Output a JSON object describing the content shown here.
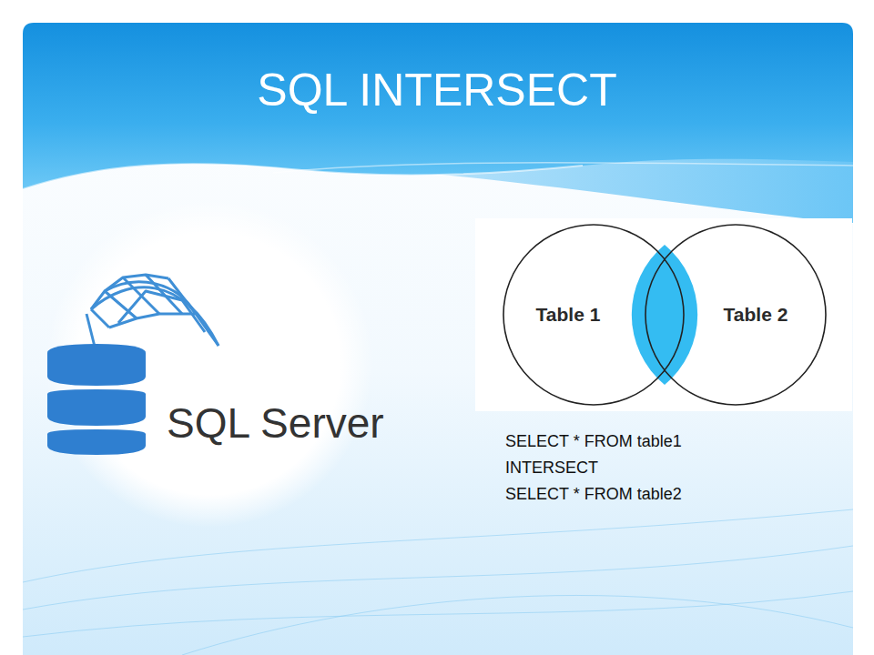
{
  "diagram": {
    "title": "SQL INTERSECT",
    "nodes": [
      {
        "text": [
          "Table 1"
        ]
      },
      {
        "text": [
          "Table 2"
        ]
      }
    ],
    "labels": [
      "SQL Server",
      "SELECT * FROM table1",
      "INTERSECT",
      "SELECT * FROM table2"
    ]
  }
}
